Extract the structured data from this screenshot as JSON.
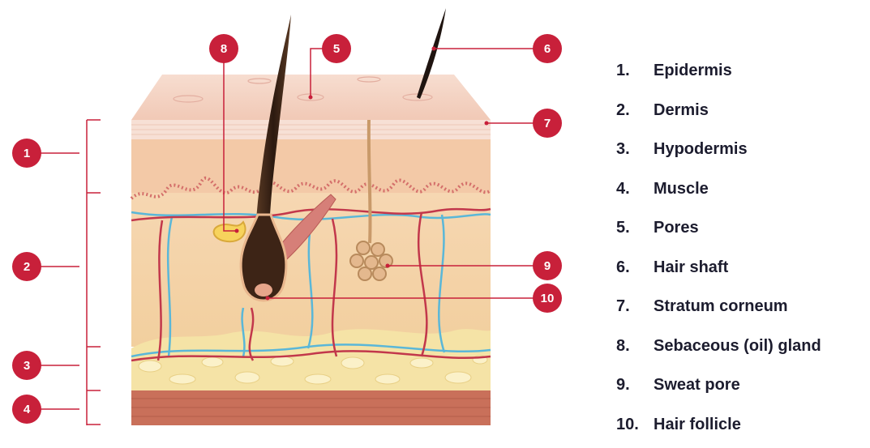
{
  "colors": {
    "accent": "#c8203a",
    "skin_top": "#f4cfc0",
    "dermis": "#f4d1a8",
    "fat": "#f5e4a8",
    "muscle": "#c9705a",
    "hair": "#3a2418",
    "vein": "#5ab7d8",
    "artery": "#c2374b"
  },
  "callouts": {
    "c1": "1",
    "c2": "2",
    "c3": "3",
    "c4": "4",
    "c5": "5",
    "c6": "6",
    "c7": "7",
    "c8": "8",
    "c9": "9",
    "c10": "10"
  },
  "legend": [
    {
      "num": "1.",
      "label": "Epidermis"
    },
    {
      "num": "2.",
      "label": "Dermis"
    },
    {
      "num": "3.",
      "label": "Hypodermis"
    },
    {
      "num": "4.",
      "label": "Muscle"
    },
    {
      "num": "5.",
      "label": "Pores"
    },
    {
      "num": "6.",
      "label": "Hair shaft"
    },
    {
      "num": "7.",
      "label": "Stratum corneum"
    },
    {
      "num": "8.",
      "label": "Sebaceous (oil) gland"
    },
    {
      "num": "9.",
      "label": "Sweat pore"
    },
    {
      "num": "10.",
      "label": "Hair follicle"
    }
  ]
}
